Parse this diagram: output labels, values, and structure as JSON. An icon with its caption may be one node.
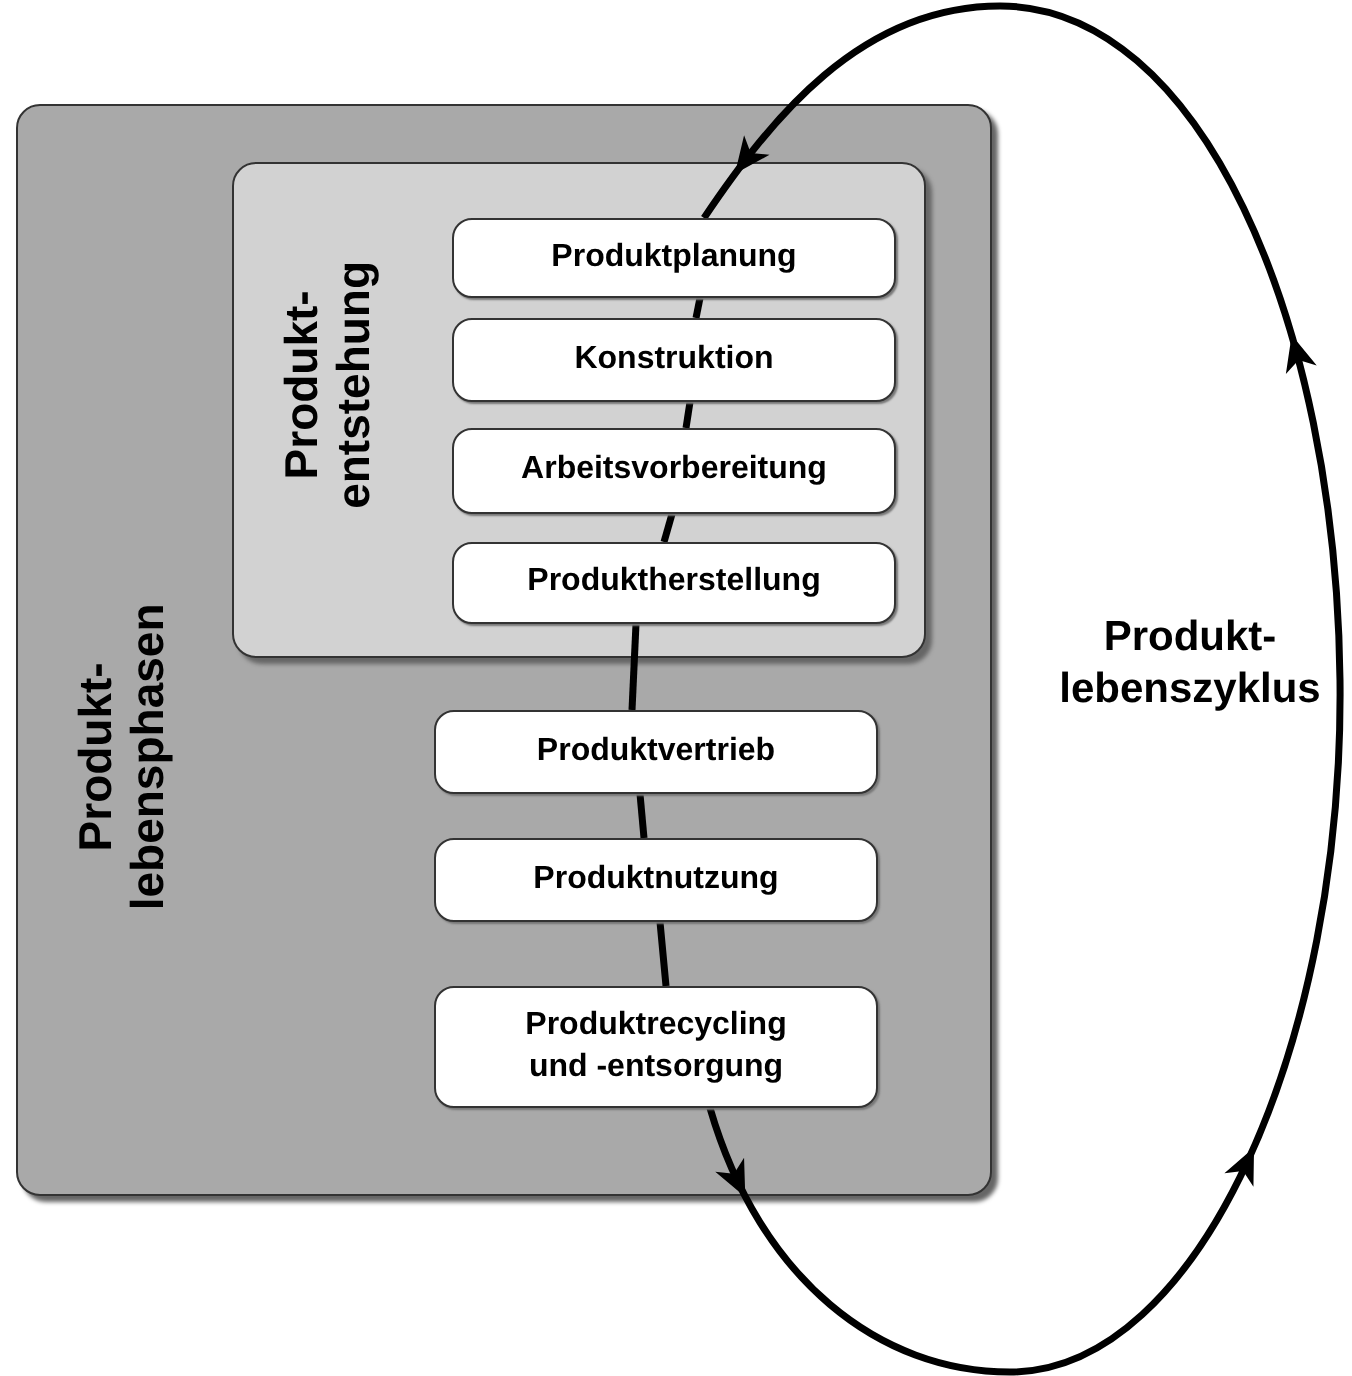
{
  "diagram": {
    "nodes": [
      {
        "text": [
          "Produkt- lebensphasen"
        ]
      },
      {
        "text": [
          "Produkt- entstehung"
        ],
        "in": 0
      },
      {
        "text": [
          "Produktplanung"
        ],
        "in": 1
      },
      {
        "text": [
          "Konstruktion"
        ],
        "in": 1
      },
      {
        "text": [
          "Arbeitsvorbereitung"
        ],
        "in": 1
      },
      {
        "text": [
          "Produktherstellung"
        ],
        "in": 1
      },
      {
        "text": [
          "Produktvertrieb"
        ],
        "in": 0
      },
      {
        "text": [
          "Produktnutzung"
        ],
        "in": 0
      },
      {
        "text": [
          "Produktrecycling und -entsorgung"
        ],
        "in": 0
      }
    ],
    "edges": [
      {
        "from": 2,
        "to": 3,
        "arrow": "none"
      },
      {
        "from": 3,
        "to": 4,
        "arrow": "none"
      },
      {
        "from": 4,
        "to": 5,
        "arrow": "none"
      },
      {
        "from": 5,
        "to": 6,
        "arrow": "none"
      },
      {
        "from": 6,
        "to": 7,
        "arrow": "none"
      },
      {
        "from": 7,
        "to": 8,
        "arrow": "none"
      },
      {
        "from": 8,
        "to": 2,
        "arrow": "to"
      }
    ],
    "labels": [
      "Produkt- lebenszyklus"
    ]
  }
}
